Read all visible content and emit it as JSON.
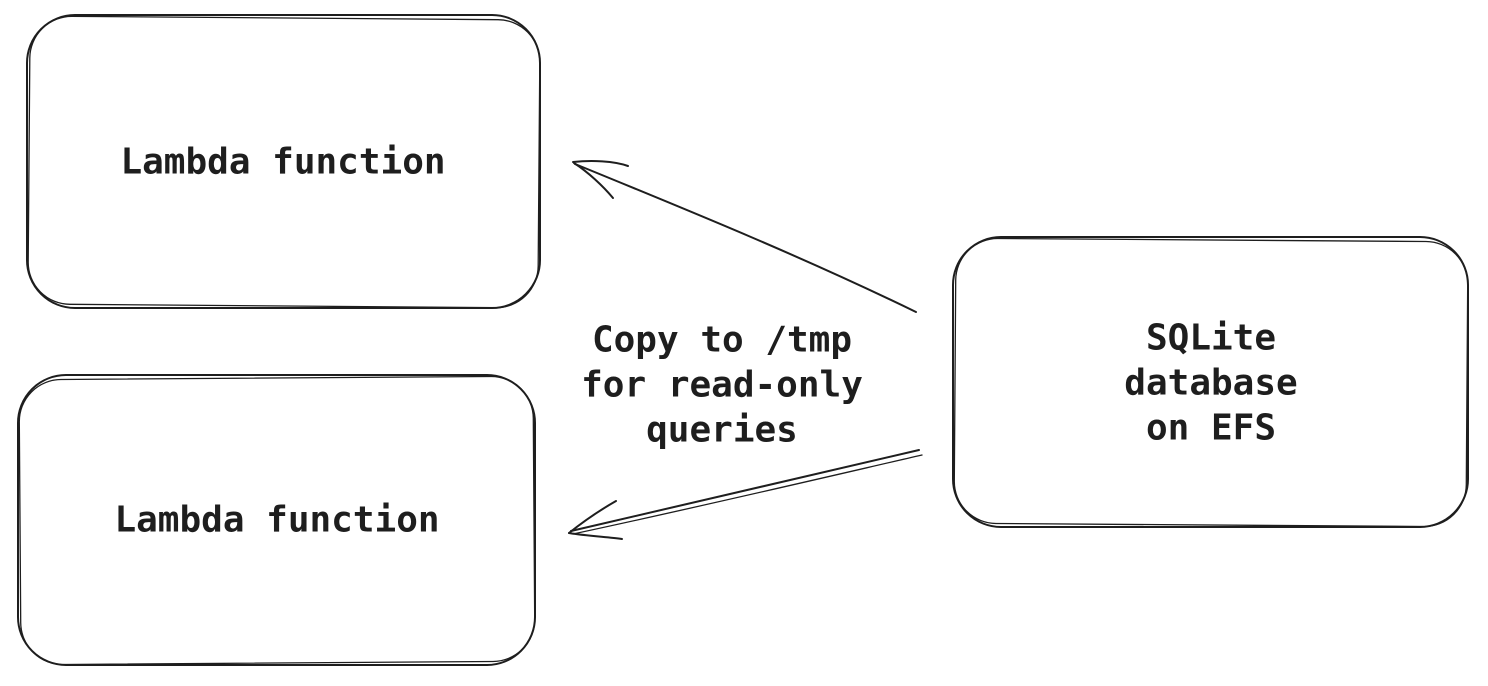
{
  "canvas": {
    "background": "#ffffff",
    "stroke_color": "#1e1e1e",
    "text_color": "#1e1e1e",
    "style": "hand-drawn sketch"
  },
  "nodes": {
    "lambda_top": {
      "label": "Lambda function"
    },
    "lambda_bottom": {
      "label": "Lambda function"
    },
    "sqlite": {
      "label": "SQLite database\non EFS"
    }
  },
  "annotation": {
    "text": "Copy to /tmp\nfor read-only\nqueries"
  },
  "edges": [
    {
      "name": "sqlite-to-lambda-top",
      "from": "sqlite",
      "to": "lambda_top",
      "style": "single-line-arrow",
      "direction": "right-to-left"
    },
    {
      "name": "sqlite-to-lambda-bottom",
      "from": "sqlite",
      "to": "lambda_bottom",
      "style": "double-line-arrow",
      "direction": "right-to-left"
    }
  ]
}
